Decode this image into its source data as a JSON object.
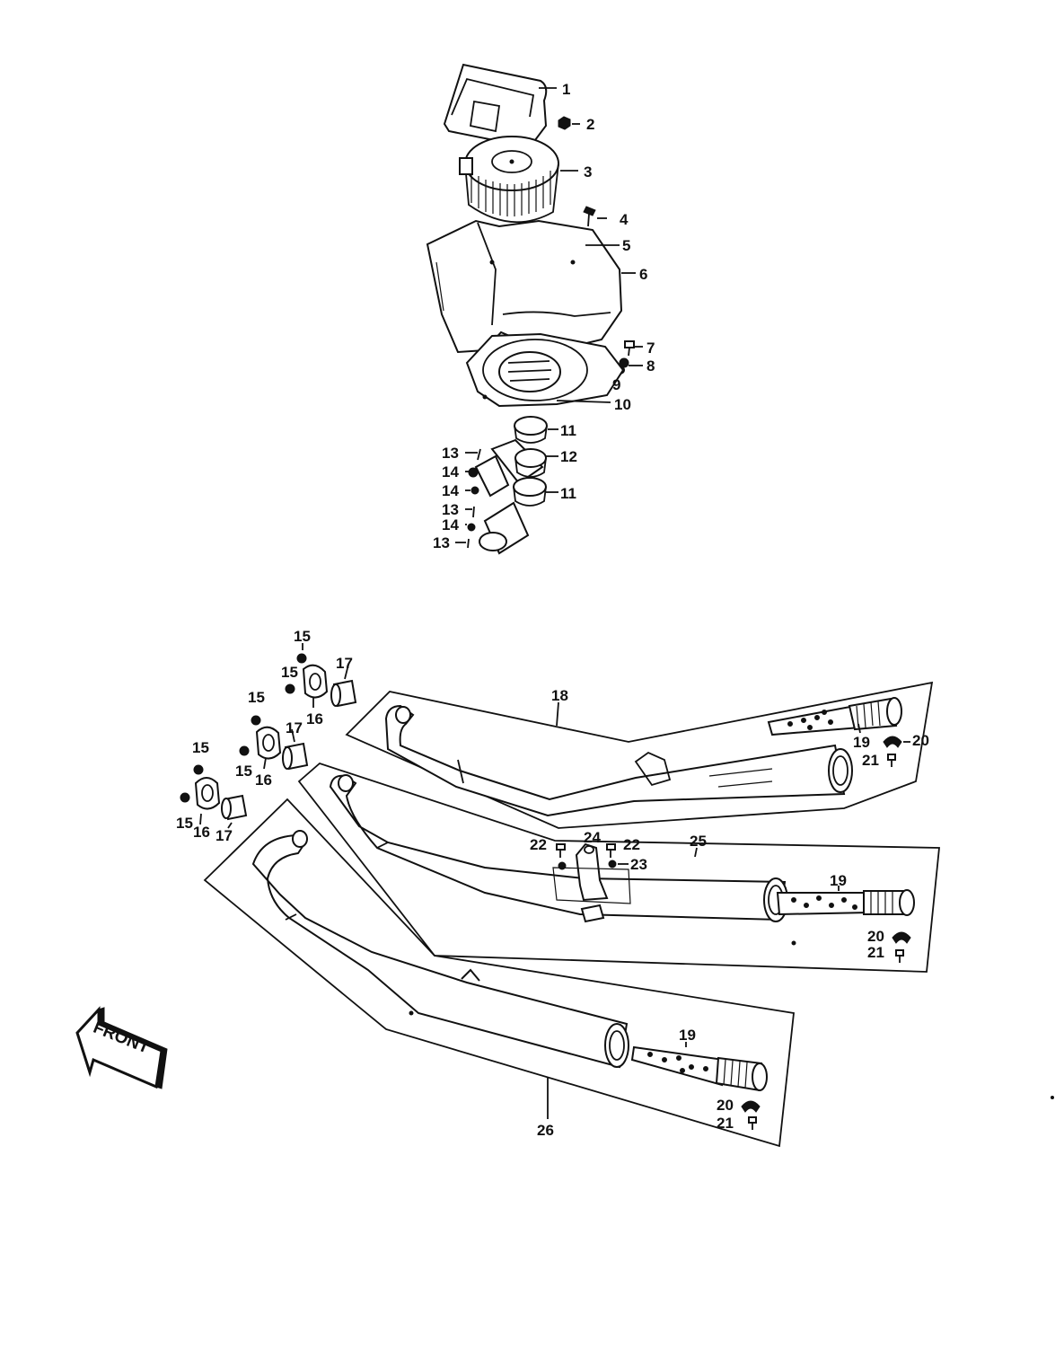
{
  "diagram": {
    "labels": {
      "n1": "1",
      "n2": "2",
      "n3": "3",
      "n4": "4",
      "n5": "5",
      "n6": "6",
      "n7": "7",
      "n8": "8",
      "n9": "9",
      "n10": "10",
      "n11a": "11",
      "n11b": "11",
      "n12": "12",
      "n13a": "13",
      "n13b": "13",
      "n13c": "13",
      "n14a": "14",
      "n14b": "14",
      "n14c": "14",
      "n15a": "15",
      "n15b": "15",
      "n15c": "15",
      "n15d": "15",
      "n15e": "15",
      "n15f": "15",
      "n16a": "16",
      "n16b": "16",
      "n16c": "16",
      "n17a": "17",
      "n17b": "17",
      "n17c": "17",
      "n18": "18",
      "n19a": "19",
      "n19b": "19",
      "n19c": "19",
      "n20a": "20",
      "n20b": "20",
      "n20c": "20",
      "n21a": "21",
      "n21b": "21",
      "n21c": "21",
      "n22a": "22",
      "n22b": "22",
      "n23": "23",
      "n24": "24",
      "n25": "25",
      "n26": "26"
    },
    "front_arrow_label": "FRONT"
  }
}
